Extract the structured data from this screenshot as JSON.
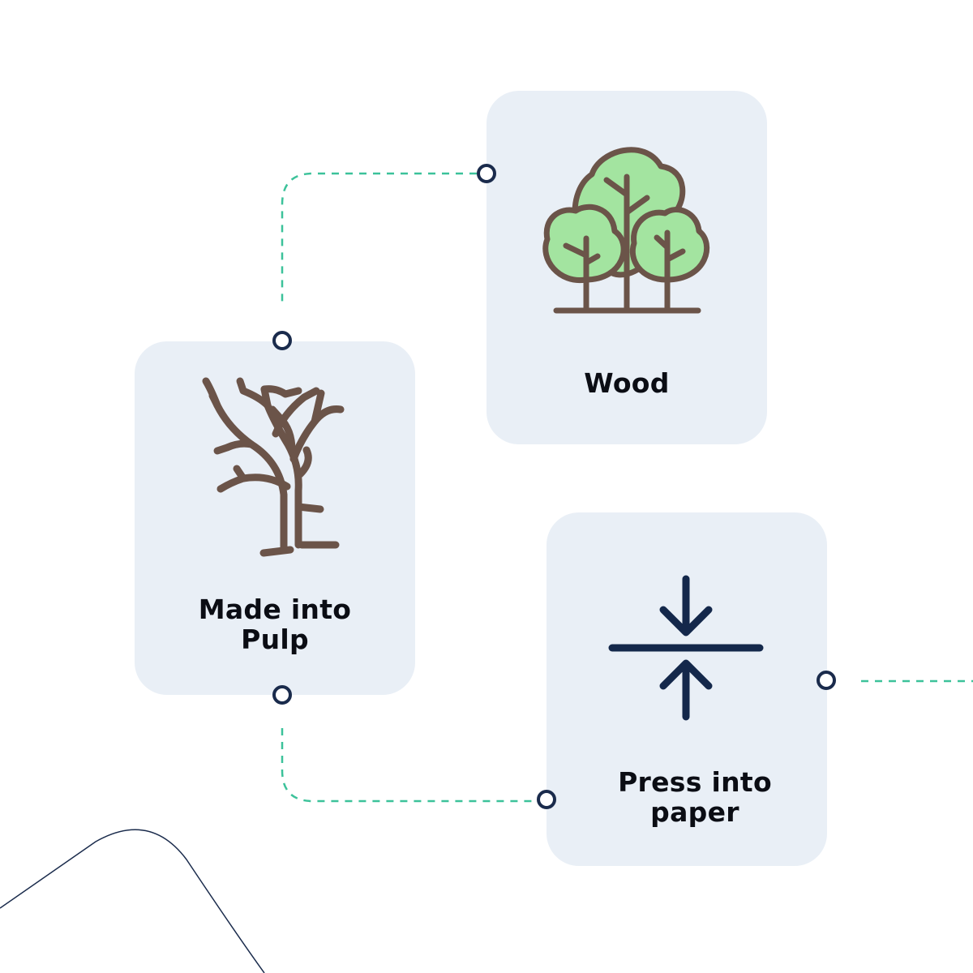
{
  "steps": [
    {
      "id": "wood",
      "label": "Wood",
      "icon": "forest-trees-icon"
    },
    {
      "id": "pulp",
      "label_line1": "Made into",
      "label_line2": "Pulp",
      "icon": "bare-tree-icon"
    },
    {
      "id": "press",
      "label_line1": "Press into",
      "label_line2": "paper",
      "icon": "compress-arrows-icon"
    }
  ],
  "colors": {
    "card_bg": "#e9eff6",
    "connector_dash": "#3cc29a",
    "node_ring": "#1a2b4c",
    "arrow": "#14284b",
    "trunk": "#6b5449",
    "foliage": "#a3e4a0",
    "text": "#0b0d14"
  }
}
